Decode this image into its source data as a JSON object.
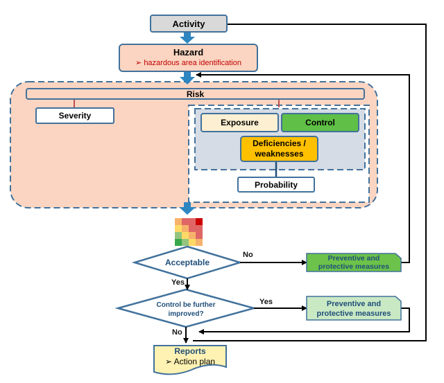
{
  "activity": "Activity",
  "hazard": {
    "title": "Hazard",
    "bullet": "➢",
    "subtitle": "hazardous area identification"
  },
  "risk": {
    "title": "Risk",
    "severity": "Severity",
    "exposure": "Exposure",
    "control": "Control",
    "deficiencies_line1": "Deficiencies /",
    "deficiencies_line2": "weaknesses",
    "probability": "Probability"
  },
  "decision1": {
    "label": "Acceptable",
    "no": "No",
    "yes": "Yes"
  },
  "decision2": {
    "line1": "Control be further",
    "line2": "improved?",
    "yes": "Yes",
    "no": "No"
  },
  "measures1": {
    "line1": "Preventive and",
    "line2": "protective measures"
  },
  "measures2": {
    "line1": "Preventive and",
    "line2": "protective measures"
  },
  "reports": {
    "title": "Reports",
    "bullet": "➢",
    "item": "Action plan"
  },
  "colors": {
    "activity": "#d9d9d9",
    "hazard": "#fbd5c1",
    "risk_region": "#fbd5c1",
    "accent_border": "#41719c",
    "exposure": "#fdf0d2",
    "control": "#5fbf46",
    "deficiencies": "#ffc000",
    "inner_panel": "#d6dce5",
    "measures1": "#6cc24a",
    "measures2": "#c9e8c4",
    "reports": "#fff2b3"
  },
  "risk_matrix": {
    "rows": [
      [
        "#f6b26b",
        "#e06666",
        "#e06666",
        "#cc0000"
      ],
      [
        "#ffd966",
        "#f6b26b",
        "#e06666",
        "#e06666"
      ],
      [
        "#93c47d",
        "#ffd966",
        "#f6b26b",
        "#e06666"
      ],
      [
        "#38a84b",
        "#93c47d",
        "#ffd966",
        "#f6b26b"
      ]
    ]
  }
}
